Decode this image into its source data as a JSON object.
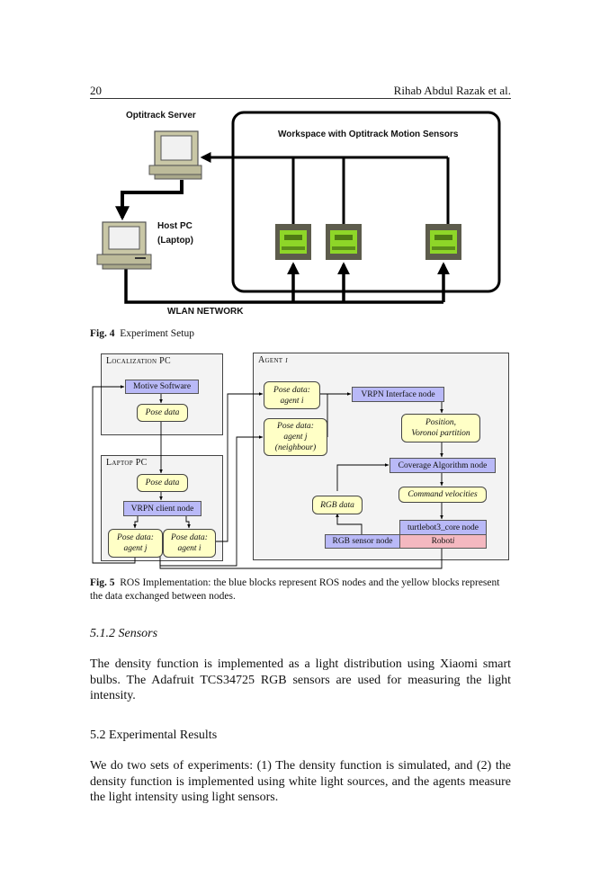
{
  "header": {
    "page_number": "20",
    "authors": "Rihab Abdul Razak et al."
  },
  "fig4": {
    "optitrack_server": "Optitrack Server",
    "workspace_title": "Workspace with Optitrack Motion Sensors",
    "host_pc_line1": "Host PC",
    "host_pc_line2": "(Laptop)",
    "wlan": "WLAN NETWORK",
    "caption_label": "Fig. 4",
    "caption_text": "Experiment Setup"
  },
  "fig5": {
    "localization_title": "Localization PC",
    "agent_title": "Agent ",
    "agent_title_i": "i",
    "laptop_title": "Laptop PC",
    "motive_software": "Motive Software",
    "pose_data_loc": "Pose data",
    "pose_data_laptop": "Pose data",
    "vrpn_client": "VRPN client node",
    "pose_agent_j_laptop": "Pose data:\nagent j",
    "pose_agent_i_laptop": "Pose data:\nagent i",
    "pose_agent_i": "Pose data:\nagent i",
    "pose_agent_j_neighbour": "Pose data:\nagent j\n(neighbour)",
    "vrpn_interface": "VRPN Interface node",
    "position_voronoi": "Position,\nVoronoi partition",
    "coverage_node": "Coverage Algorithm node",
    "command_velocities": "Command velocities",
    "rgb_data": "RGB data",
    "turtlebot_core": "turtlebot3_core node",
    "rgb_sensor": "RGB sensor node",
    "robot": "Robot ",
    "robot_i": "i",
    "caption_label": "Fig. 5",
    "caption_text": "ROS Implementation: the blue blocks represent ROS nodes and the yellow blocks represent the data exchanged between nodes.",
    "colors": {
      "node": "#b9b9f7",
      "data": "#ffffc6",
      "robot": "#f4b8c0",
      "panel": "#f3f3f3"
    }
  },
  "section_512": {
    "heading": "5.1.2 Sensors",
    "paragraph": "The density function is implemented as a light distribution using Xiaomi smart bulbs. The Adafruit TCS34725 RGB sensors are used for measuring the light intensity."
  },
  "section_52": {
    "heading": "5.2 Experimental Results",
    "paragraph": "We do two sets of experiments: (1) The density function is simulated, and (2) the density function is implemented using white light sources, and the agents measure the light intensity using light sensors."
  }
}
